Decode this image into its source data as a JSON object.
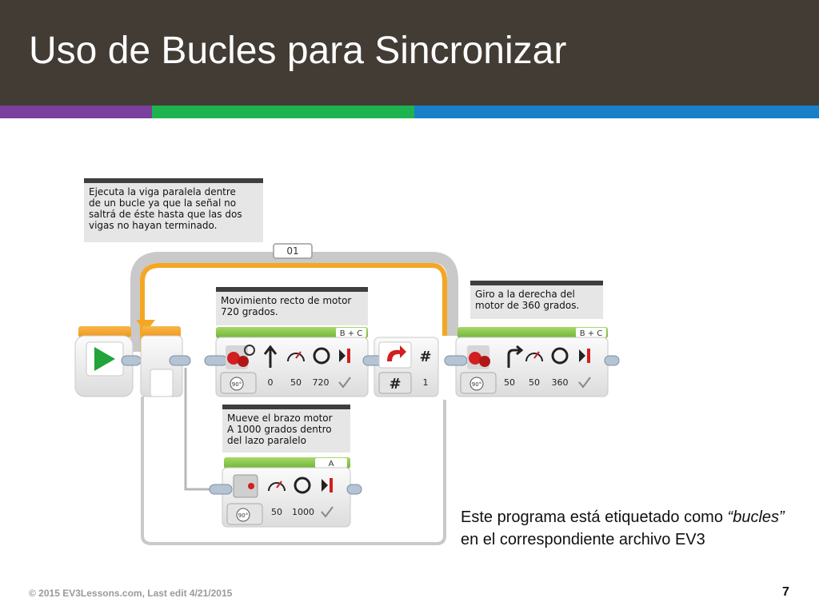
{
  "slide": {
    "title": "Uso de Bucles para Sincronizar",
    "stripe_colors": [
      "#7b3f9e",
      "#1db34f",
      "#1a7fc9"
    ]
  },
  "comments": {
    "loop": [
      "Ejecuta la viga paralela dentre",
      "de un bucle ya que la señal no",
      "saltrá de éste hasta que las dos",
      "vigas no hayan terminado."
    ],
    "move1": [
      "Movimiento recto de motor",
      "720 grados."
    ],
    "turn": [
      "Giro a la derecha del",
      "motor de 360 grados."
    ],
    "medium": [
      "Mueve el brazo motor",
      "A 1000 grados dentro",
      "del lazo paralelo"
    ]
  },
  "loop": {
    "name": "01",
    "count": "1"
  },
  "blocks": {
    "move1": {
      "port": "B + C",
      "steer": "0",
      "power": "50",
      "degrees": "720",
      "mode": "90°"
    },
    "turn": {
      "port": "B + C",
      "steer": "50",
      "power": "50",
      "degrees": "360",
      "mode": "90°"
    },
    "medium": {
      "port": "A",
      "power": "50",
      "degrees": "1000",
      "mode": "90°"
    }
  },
  "note": {
    "before": "Este programa está etiquetado como",
    "quoted": "“bucles”",
    "after": " en el correspondiente archivo EV3"
  },
  "footer": {
    "copyright": "© 2015 EV3Lessons.com, Last edit 4/21/2015",
    "page": "7"
  },
  "icons": [
    "play-icon",
    "steering-icon",
    "arrow-up-icon",
    "speedometer-icon",
    "ring-icon",
    "brake-icon",
    "check-icon",
    "loop-icon",
    "hash-icon",
    "turn-right-icon",
    "medium-motor-icon",
    "large-motor-icon"
  ],
  "colors": {
    "title_bar": "#433c35",
    "loop_frame": "#f5a623",
    "block_header": "#7dc242"
  }
}
